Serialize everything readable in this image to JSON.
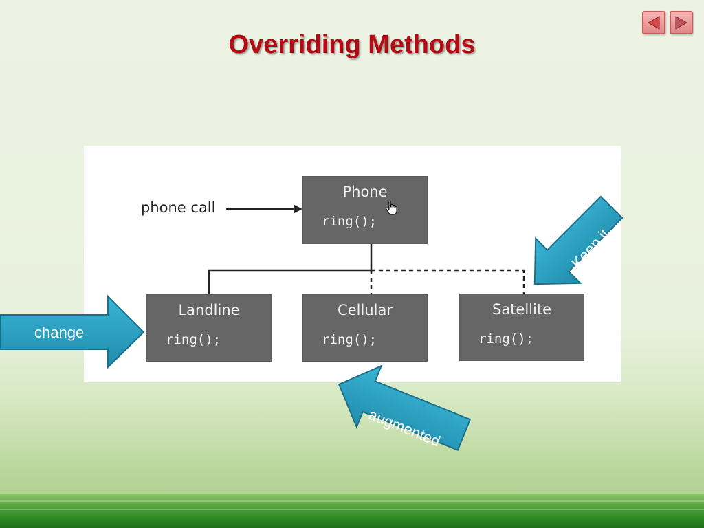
{
  "slide": {
    "title": "Overriding Methods"
  },
  "diagram": {
    "input_label": "phone call",
    "parent": {
      "name": "Phone",
      "method": "ring();"
    },
    "children": [
      {
        "name": "Landline",
        "method": "ring();"
      },
      {
        "name": "Cellular",
        "method": "ring();"
      },
      {
        "name": "Satellite",
        "method": "ring();"
      }
    ]
  },
  "callouts": {
    "change": "change",
    "augmented": "augmented",
    "keep": "Keep it"
  },
  "navigation": {
    "prev_icon": "triangle-left-icon",
    "next_icon": "triangle-right-icon"
  },
  "colors": {
    "title": "#b40a14",
    "box": "#666666",
    "callout": "#2a9fc0"
  }
}
